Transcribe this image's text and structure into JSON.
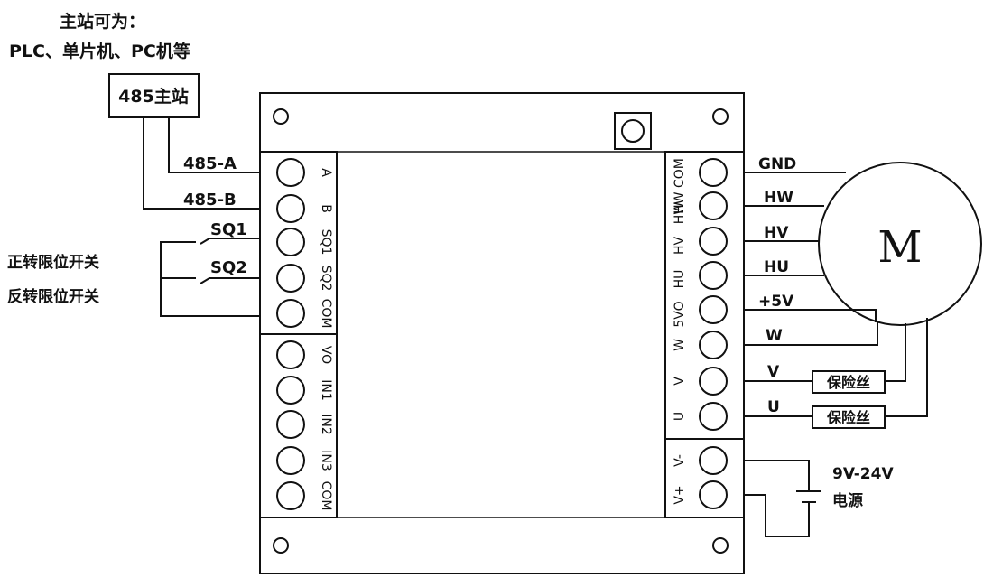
{
  "master": {
    "note_line1": "主站可为：",
    "note_line2": "PLC、单片机、PC机等",
    "box_label": "485主站"
  },
  "left_terminals": {
    "upper_group": [
      "A",
      "B",
      "SQ1",
      "SQ2",
      "COM"
    ],
    "lower_group": [
      "VO",
      "IN1",
      "IN2",
      "IN3",
      "COM"
    ]
  },
  "right_terminals": {
    "motor_group": [
      "COM",
      "HW",
      "HV",
      "HU",
      "5VO",
      "W",
      "V",
      "U"
    ],
    "power_group": [
      "V-",
      "V+"
    ]
  },
  "wire_labels": {
    "left": [
      "485-A",
      "485-B",
      "SQ1",
      "SQ2"
    ],
    "right": [
      "GND",
      "HW",
      "HV",
      "HU",
      "+5V",
      "W",
      "V",
      "U"
    ]
  },
  "switch_labels": {
    "forward": "正转限位开关",
    "reverse": "反转限位开关"
  },
  "fuse_label": "保险丝",
  "motor_label": "M",
  "power": {
    "voltage": "9V-24V",
    "label": "电源"
  }
}
